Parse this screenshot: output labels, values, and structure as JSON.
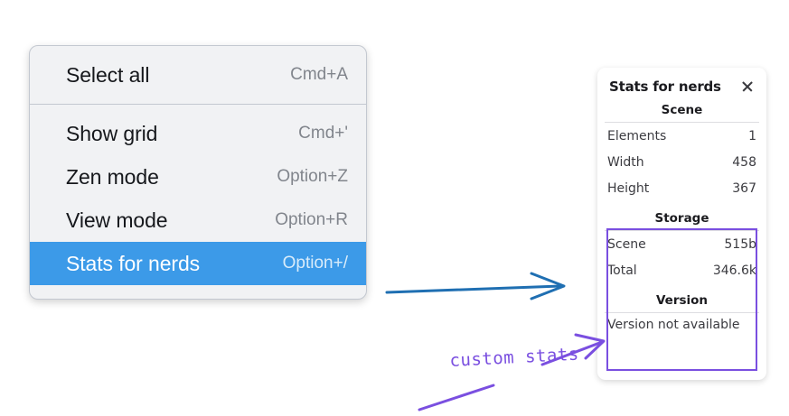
{
  "context_menu": {
    "groups": [
      {
        "items": [
          {
            "label": "Select all",
            "shortcut": "Cmd+A",
            "selected": false
          }
        ]
      },
      {
        "items": [
          {
            "label": "Show grid",
            "shortcut": "Cmd+'",
            "selected": false
          },
          {
            "label": "Zen mode",
            "shortcut": "Option+Z",
            "selected": false
          },
          {
            "label": "View mode",
            "shortcut": "Option+R",
            "selected": false
          },
          {
            "label": "Stats for nerds",
            "shortcut": "Option+/",
            "selected": true
          }
        ]
      }
    ],
    "highlight_color": "#3c9ae8"
  },
  "stats_panel": {
    "title": "Stats for nerds",
    "close_icon": "close-icon",
    "sections": [
      {
        "heading": "Scene",
        "rows": [
          {
            "key": "Elements",
            "value": "1"
          },
          {
            "key": "Width",
            "value": "458"
          },
          {
            "key": "Height",
            "value": "367"
          }
        ]
      },
      {
        "heading": "Storage",
        "rows": [
          {
            "key": "Scene",
            "value": "515b"
          },
          {
            "key": "Total",
            "value": "346.6k"
          }
        ]
      },
      {
        "heading": "Version",
        "note": "Version not available"
      }
    ],
    "highlight_outline_color": "#7a4fe0"
  },
  "annotations": {
    "label": "custom stats",
    "label_color": "#7a4fe0",
    "arrow_color": "#1f6fb2"
  }
}
